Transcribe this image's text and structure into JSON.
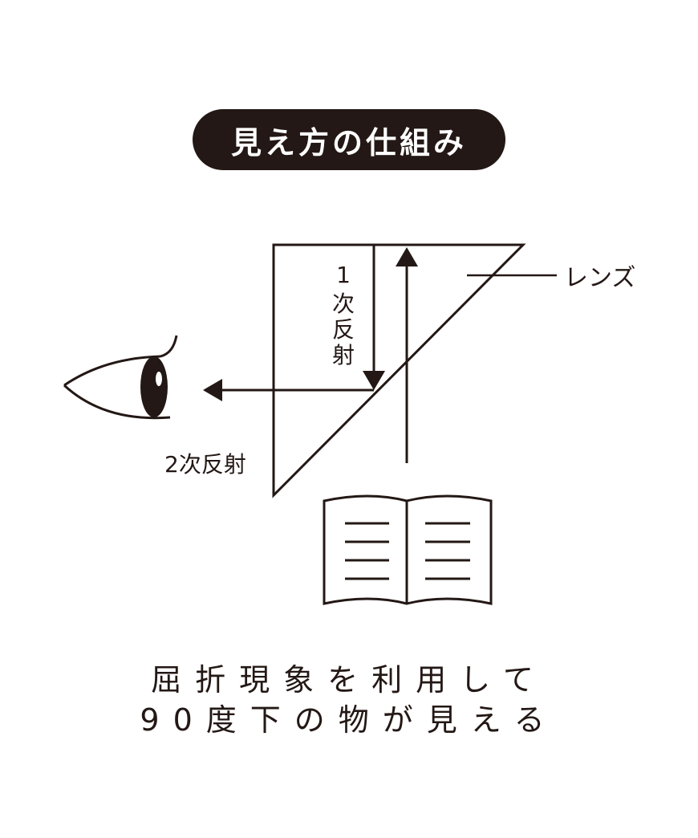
{
  "title": "見え方の仕組み",
  "labels": {
    "lens": "レンズ",
    "first_reflection": [
      "1",
      "次",
      "反",
      "射"
    ],
    "second_reflection": "2次反射"
  },
  "caption": {
    "line1": "屈折現象を利用して",
    "line2": "90度下の物が見える"
  },
  "colors": {
    "ink": "#231815",
    "background": "#ffffff"
  }
}
